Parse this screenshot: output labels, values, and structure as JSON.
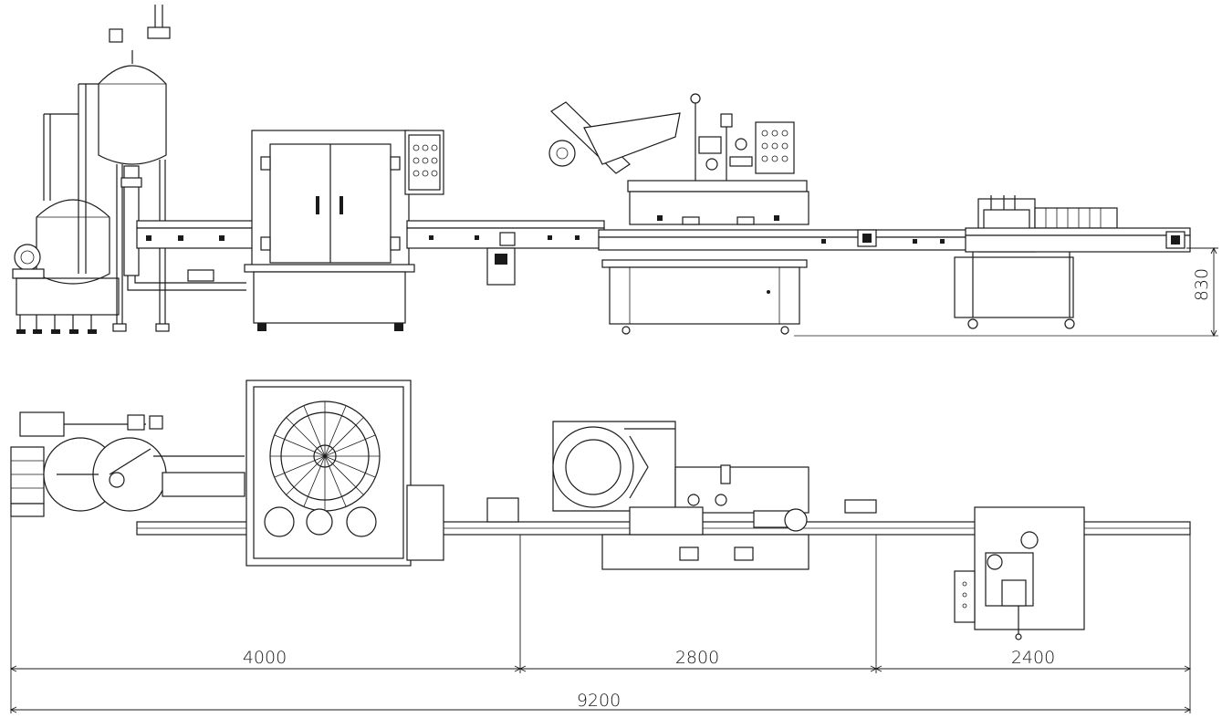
{
  "dimensions": {
    "section_1": "4000",
    "section_2": "2800",
    "section_3": "2400",
    "total_length": "9200",
    "height": "830"
  },
  "colors": {
    "line": "#1a1a1a",
    "background": "#ffffff"
  }
}
